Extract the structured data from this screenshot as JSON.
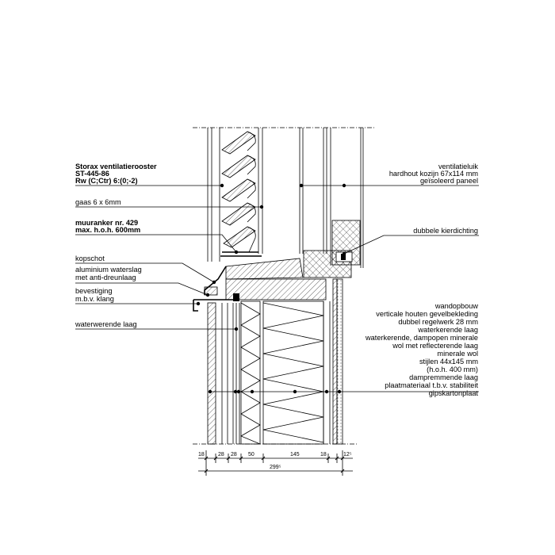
{
  "left_labels": {
    "storax": [
      "Storax ventilatierooster",
      "ST-445-86",
      "Rw (C;Ctr) 6:(0;-2)"
    ],
    "gaas": "gaas 6 x 6mm",
    "muuranker": [
      "muuranker nr. 429",
      "max. h.o.h. 600mm"
    ],
    "kopschot": "kopschot",
    "waterslag": [
      "aluminium waterslag",
      "met anti-dreunlaag"
    ],
    "bevestiging": [
      "bevestiging",
      "m.b.v. klang"
    ],
    "waterwerend": "waterwerende laag"
  },
  "right_labels": {
    "ventilatieluik": [
      "ventilatieluik",
      "hardhout kozijn 67x114 mm",
      "geïsoleerd paneel"
    ],
    "kierdichting": "dubbele kierdichting",
    "wandopbouw": [
      "wandopbouw",
      "verticale houten gevelbekleding",
      "dubbel regelwerk 28 mm",
      "waterkerende laag",
      "waterkerende, dampopen minerale",
      "wol met reflecterende laag",
      "minerale wol",
      "stijlen 44x145 mm",
      "(h.o.h. 400 mm)",
      "dampremmende laag",
      "plaatmateriaal t.b.v. stabiliteit",
      "gipskartonplaat"
    ]
  },
  "dimensions": {
    "segments": [
      "18",
      "28",
      "28",
      "50",
      "145",
      "18",
      "12⁵"
    ],
    "total": "299⁵"
  },
  "colors": {
    "line": "#000000",
    "background": "#ffffff"
  }
}
